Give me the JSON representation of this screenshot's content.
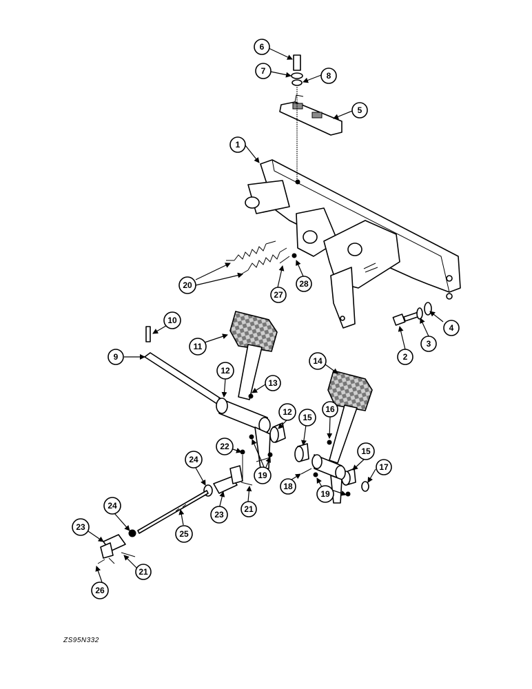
{
  "drawing_code": "ZS95N332",
  "callouts": [
    "6",
    "7",
    "8",
    "5",
    "1",
    "20",
    "27",
    "28",
    "4",
    "3",
    "2",
    "10",
    "11",
    "9",
    "12",
    "13",
    "14",
    "12",
    "15",
    "16",
    "24",
    "22",
    "15",
    "17",
    "18",
    "19",
    "19",
    "24",
    "23",
    "21",
    "25",
    "23",
    "21",
    "26"
  ]
}
